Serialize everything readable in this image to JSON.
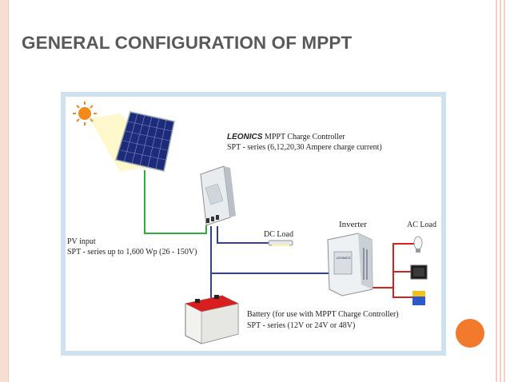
{
  "slide": {
    "title": "GENERAL CONFIGURATION OF MPPT"
  },
  "diagram": {
    "controller_brand": "LEONICS",
    "controller_title": "MPPT Charge Controller",
    "controller_series": "SPT - series (6,12,20,30 Ampere charge current)",
    "pv_input_label": "PV input",
    "pv_series": "SPT - series up to 1,600 Wp (26 - 150V)",
    "dc_load_label": "DC Load",
    "inverter_label": "Inverter",
    "inverter_badge": "LEONICS",
    "ac_load_label": "AC Load",
    "battery_line1": "Battery (for use with MPPT Charge Controller)",
    "battery_line2": "SPT - series (12V or 24V or 48V)"
  },
  "colors": {
    "title": "#595959",
    "frame": "#cfe0ef",
    "accent_dot": "#f27a2c",
    "pv_wire": "#2fae3c",
    "dc_wire": "#2f3ea8",
    "ac_wire": "#d82020",
    "sun": "#f28a1a"
  },
  "icons": [
    "sun-icon",
    "solar-panel-icon",
    "charge-controller-icon",
    "dc-lamp-icon",
    "inverter-icon",
    "bulb-icon",
    "tv-icon",
    "appliance-icon",
    "battery-icon"
  ]
}
